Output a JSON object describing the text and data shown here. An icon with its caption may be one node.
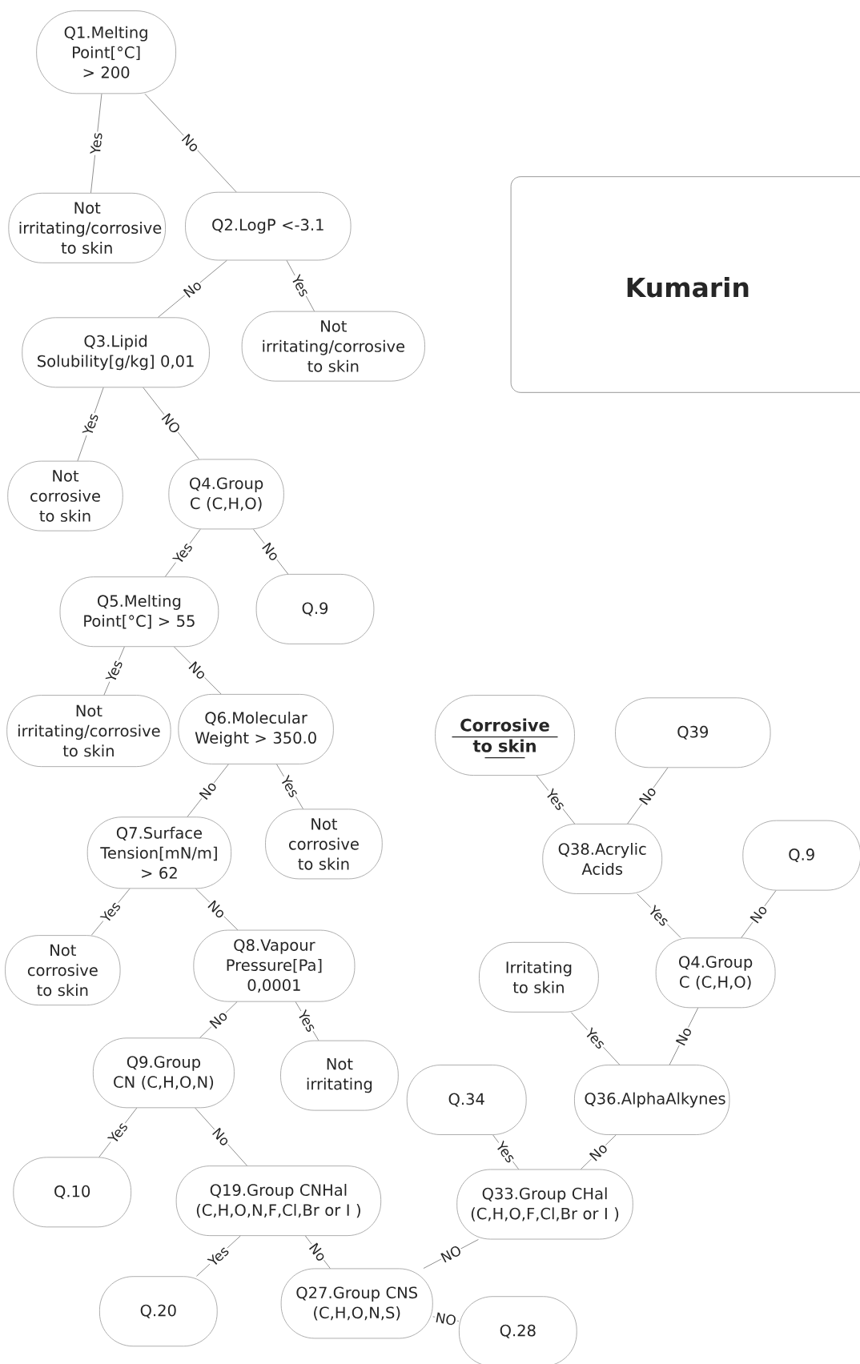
{
  "diagram": {
    "title": "Kumarin",
    "nodes": [
      {
        "text": [
          "Q1.Melting Point[°C] > 200"
        ]
      },
      {
        "text": [
          "Not irritating/corrosive to skin"
        ]
      },
      {
        "text": [
          "Q2.LogP <-3.1"
        ]
      },
      {
        "text": [
          "Q3.Lipid Solubility[g/kg] 0,01"
        ]
      },
      {
        "text": [
          "Not irritating/corrosive to skin"
        ]
      },
      {
        "text": [
          "Not corrosive to skin"
        ]
      },
      {
        "text": [
          "Q4.Group C (C,H,O)"
        ]
      },
      {
        "text": [
          "Q5.Melting Point[°C] > 55"
        ]
      },
      {
        "text": [
          "Q.9"
        ]
      },
      {
        "text": [
          "Not irritating/corrosive to skin"
        ]
      },
      {
        "text": [
          "Q6.Molecular Weight > 350.0"
        ]
      },
      {
        "text": [
          "Q7.Surface Tension[mN/m] > 62"
        ]
      },
      {
        "text": [
          "Not corrosive to skin"
        ]
      },
      {
        "text": [
          "Not corrosive to skin"
        ]
      },
      {
        "text": [
          "Q8.Vapour Pressure[Pa] 0,0001"
        ]
      },
      {
        "text": [
          "Q9.Group CN (C,H,O,N)"
        ]
      },
      {
        "text": [
          "Not irritating"
        ]
      },
      {
        "text": [
          "Q.10"
        ]
      },
      {
        "text": [
          "Q19.Group CNHal (C,H,O,N,F,Cl,Br or I )"
        ]
      },
      {
        "text": [
          "Q.20"
        ]
      },
      {
        "text": [
          "Q27.Group CNS (C,H,O,N,S)"
        ]
      },
      {
        "text": [
          "Q.28"
        ]
      },
      {
        "text": [
          "Corrosive to skin"
        ]
      },
      {
        "text": [
          "Q39"
        ]
      },
      {
        "text": [
          "Q38.Acrylic Acids"
        ]
      },
      {
        "text": [
          "Q.9"
        ]
      },
      {
        "text": [
          "Irritating to skin"
        ]
      },
      {
        "text": [
          "Q4.Group C (C,H,O)"
        ]
      },
      {
        "text": [
          "Q36.AlphaAlkynes"
        ]
      },
      {
        "text": [
          "Q.34"
        ]
      },
      {
        "text": [
          "Q33.Group CHal (C,H,O,F,Cl,Br or I )"
        ]
      }
    ],
    "edges": [
      {
        "from": 0,
        "to": 1,
        "arrow": "none",
        "label": "Yes"
      },
      {
        "from": 0,
        "to": 2,
        "arrow": "none",
        "label": "No"
      },
      {
        "from": 2,
        "to": 3,
        "arrow": "none",
        "label": "No"
      },
      {
        "from": 2,
        "to": 4,
        "arrow": "none",
        "label": "Yes"
      },
      {
        "from": 3,
        "to": 5,
        "arrow": "none",
        "label": "Yes"
      },
      {
        "from": 3,
        "to": 6,
        "arrow": "none",
        "label": "NO"
      },
      {
        "from": 6,
        "to": 7,
        "arrow": "none",
        "label": "Yes"
      },
      {
        "from": 6,
        "to": 8,
        "arrow": "none",
        "label": "No"
      },
      {
        "from": 7,
        "to": 9,
        "arrow": "none",
        "label": "Yes"
      },
      {
        "from": 7,
        "to": 10,
        "arrow": "none",
        "label": "No"
      },
      {
        "from": 10,
        "to": 11,
        "arrow": "none",
        "label": "No"
      },
      {
        "from": 10,
        "to": 12,
        "arrow": "none",
        "label": "Yes"
      },
      {
        "from": 11,
        "to": 13,
        "arrow": "none",
        "label": "Yes"
      },
      {
        "from": 11,
        "to": 14,
        "arrow": "none",
        "label": "No"
      },
      {
        "from": 14,
        "to": 15,
        "arrow": "none",
        "label": "No"
      },
      {
        "from": 14,
        "to": 16,
        "arrow": "none",
        "label": "Yes"
      },
      {
        "from": 15,
        "to": 17,
        "arrow": "none",
        "label": "Yes"
      },
      {
        "from": 15,
        "to": 18,
        "arrow": "none",
        "label": "No"
      },
      {
        "from": 18,
        "to": 19,
        "arrow": "none",
        "label": "Yes"
      },
      {
        "from": 18,
        "to": 20,
        "arrow": "none",
        "label": "No"
      },
      {
        "from": 20,
        "to": 21,
        "arrow": "none",
        "label": "NO"
      },
      {
        "from": 20,
        "to": 30,
        "arrow": "none",
        "label": "NO"
      },
      {
        "from": 30,
        "to": 29,
        "arrow": "none",
        "label": "Yes"
      },
      {
        "from": 30,
        "to": 28,
        "arrow": "none",
        "label": "No"
      },
      {
        "from": 28,
        "to": 26,
        "arrow": "none",
        "label": "Yes"
      },
      {
        "from": 28,
        "to": 27,
        "arrow": "none",
        "label": "No"
      },
      {
        "from": 27,
        "to": 24,
        "arrow": "none",
        "label": "Yes"
      },
      {
        "from": 27,
        "to": 25,
        "arrow": "none",
        "label": "No"
      },
      {
        "from": 24,
        "to": 22,
        "arrow": "none",
        "label": "Yes"
      },
      {
        "from": 24,
        "to": 23,
        "arrow": "none",
        "label": "No"
      }
    ]
  }
}
